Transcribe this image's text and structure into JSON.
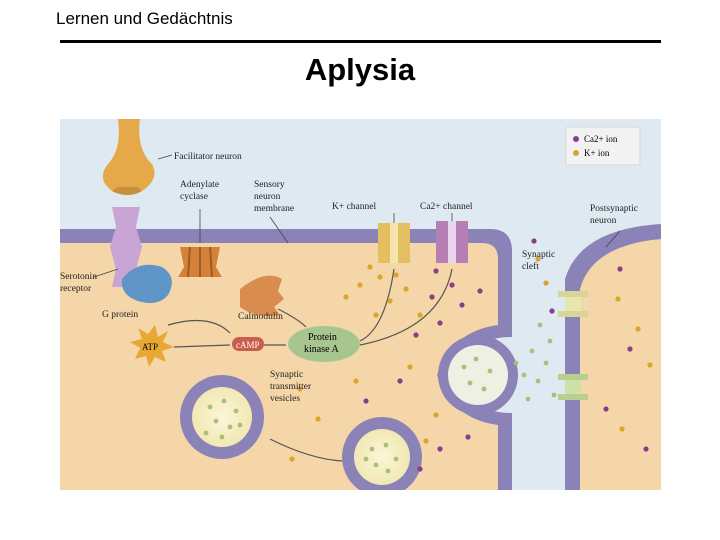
{
  "header": {
    "text": "Lernen und Gedächtnis"
  },
  "title": "Aplysia",
  "diagram": {
    "legend": {
      "ca": "Ca2+ ion",
      "k": "K+ ion"
    },
    "labels": {
      "facilitator": "Facilitator neuron",
      "adenylate1": "Adenylate",
      "adenylate2": "cyclase",
      "sensory1": "Sensory",
      "sensory2": "neuron",
      "sensory3": "membrane",
      "kchannel": "K+ channel",
      "cachannel": "Ca2+ channel",
      "postsyn1": "Postsynaptic",
      "postsyn2": "neuron",
      "cleft1": "Synaptic",
      "cleft2": "cleft",
      "serotonin1": "Serotonin",
      "serotonin2": "receptor",
      "gprotein": "G protein",
      "calmodulin": "Calmodulin",
      "pka1": "Protein",
      "pka2": "kinase A",
      "atp": "ATP",
      "camp": "cAMP",
      "vesicles1": "Synaptic",
      "vesicles2": "transmitter",
      "vesicles3": "vesicles"
    },
    "colors": {
      "background": "#dfe9f1",
      "membrane": "#8b82b8",
      "cytoplasm": "#f5d6a8",
      "ca_ion": "#8a3d8c",
      "k_ion": "#d9a52e",
      "transmitter": "#a9bf7a",
      "pka": "#a7c58f"
    }
  }
}
